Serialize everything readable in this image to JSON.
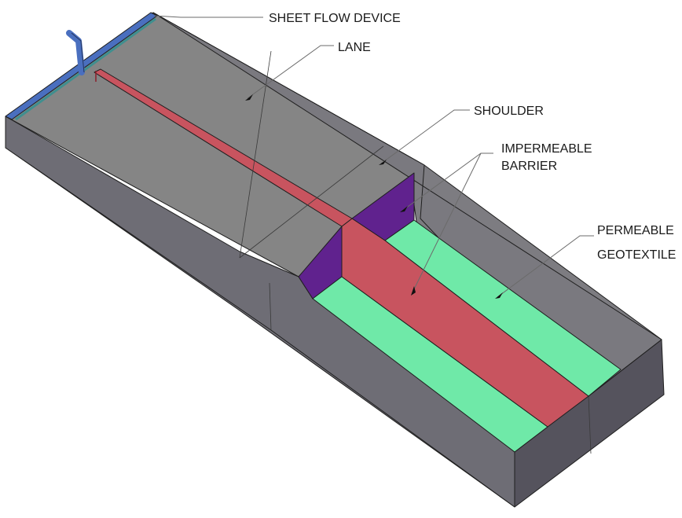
{
  "labels": {
    "sheet_flow_device": "SHEET FLOW DEVICE",
    "lane": "LANE",
    "shoulder": "SHOULDER",
    "impermeable_barrier_line1": "IMPERMEABLE",
    "impermeable_barrier_line2": "BARRIER",
    "permeable_geotextile_line1": "PERMEABLE",
    "permeable_geotextile_line2": "GEOTEXTILE"
  },
  "colors": {
    "surface_gray": "#858585",
    "side_gray": "#6e6d75",
    "end_dark": "#55535d",
    "barrier_red": "#c8545f",
    "barrier_purple": "#60228e",
    "geotextile_green": "#6fe9a8",
    "sheet_flow_blue": "#4a6fbf",
    "sheet_flow_teal": "#3f8f8f"
  }
}
